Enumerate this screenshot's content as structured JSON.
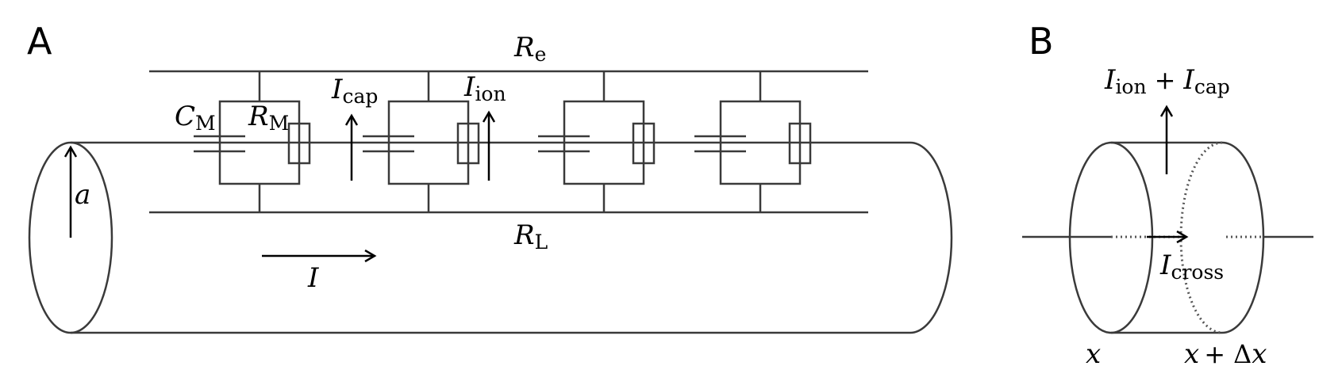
{
  "panels": {
    "a": "A",
    "b": "B"
  },
  "panel_a": {
    "Re": {
      "sym": "R",
      "sub": "e"
    },
    "RL": {
      "sym": "R",
      "sub": "L"
    },
    "CM": {
      "sym": "C",
      "sub": "M"
    },
    "RM": {
      "sym": "R",
      "sub": "M"
    },
    "Icap": {
      "sym": "I",
      "sub": "cap"
    },
    "Iion": {
      "sym": "I",
      "sub": "ion"
    },
    "radius": "a",
    "current": "I"
  },
  "panel_b": {
    "top": {
      "sym1": "I",
      "sub1": "ion",
      "op": "+",
      "sym2": "I",
      "sub2": "cap"
    },
    "cross": {
      "sym": "I",
      "sub": "cross"
    },
    "x_left": "x",
    "x_right": {
      "sym1": "x",
      "op": "+ Δ",
      "sym2": "x"
    }
  }
}
